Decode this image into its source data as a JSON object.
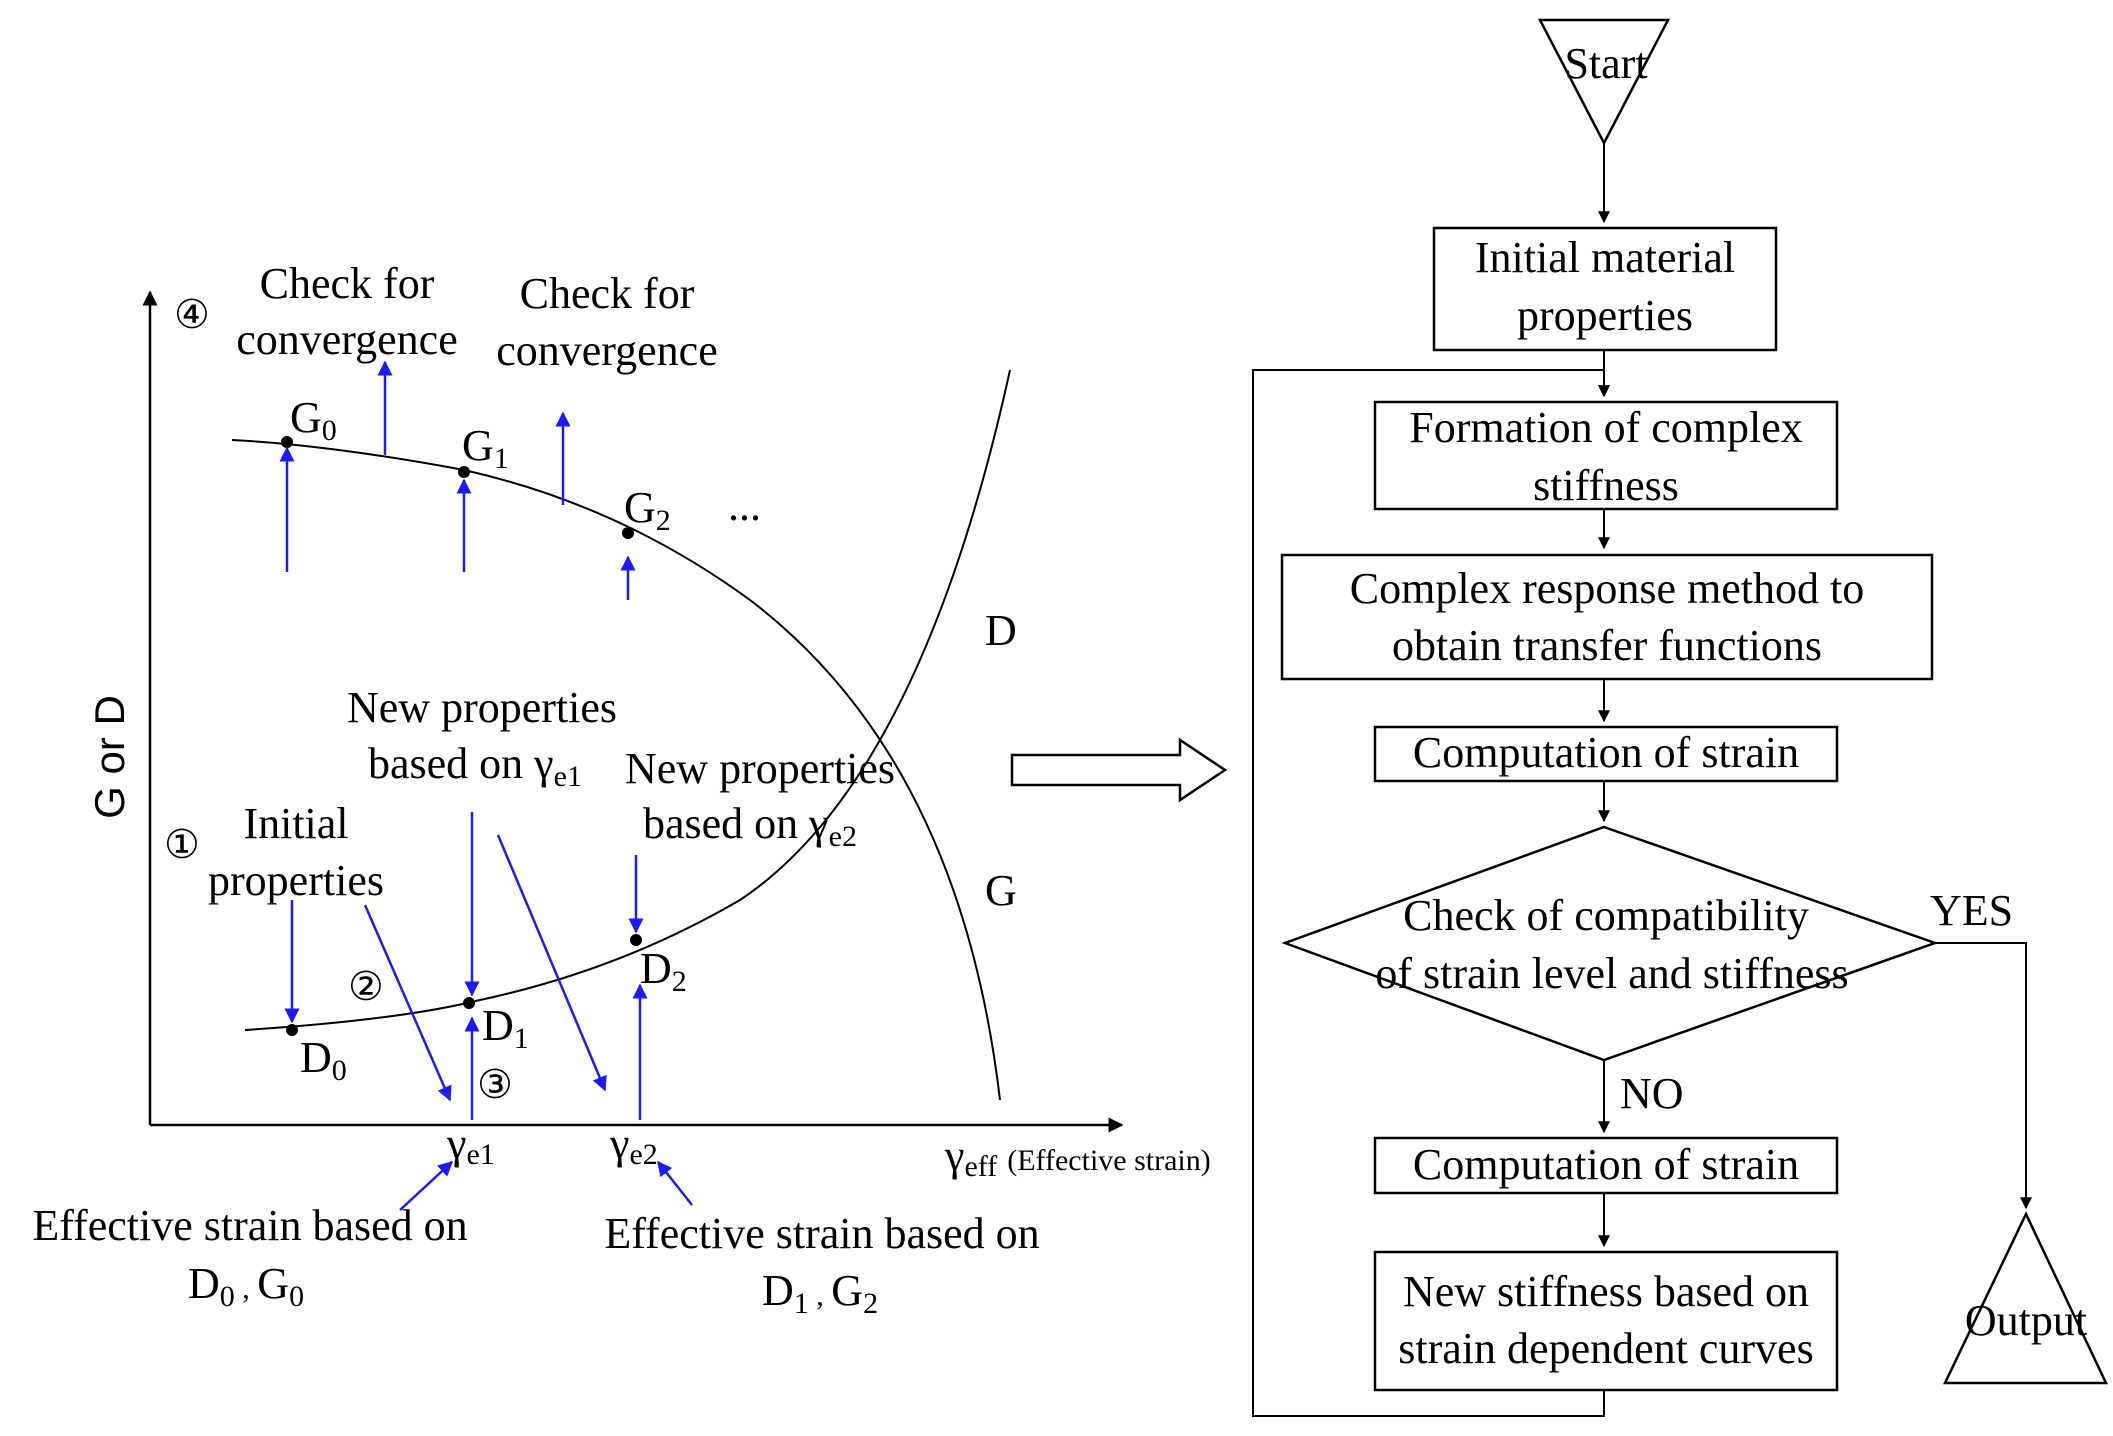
{
  "chart": {
    "y_axis_label": "G or D",
    "x_axis_symbol": "γ",
    "x_axis_sub": "eff",
    "x_axis_desc": "(Effective strain)",
    "curve_label_d": "D",
    "curve_label_g": "G",
    "points": {
      "g0": {
        "base": "G",
        "sub": "0"
      },
      "g1": {
        "base": "G",
        "sub": "1"
      },
      "g2": {
        "base": "G",
        "sub": "2"
      },
      "d0": {
        "base": "D",
        "sub": "0"
      },
      "d1": {
        "base": "D",
        "sub": "1"
      },
      "d2": {
        "base": "D",
        "sub": "2"
      }
    },
    "ellipsis": "...",
    "step_markers": {
      "one": "①",
      "two": "②",
      "three": "③",
      "four": "④"
    },
    "check1": {
      "line1": "Check for",
      "line2": "convergence"
    },
    "check2": {
      "line1": "Check for",
      "line2": "convergence"
    },
    "initial_props": {
      "line1": "Initial",
      "line2": "properties"
    },
    "new_props1": {
      "line1": "New properties",
      "line2": "based on γ",
      "sub": "e1"
    },
    "new_props2": {
      "line1": "New properties",
      "line2": "based on γ",
      "sub": "e2"
    },
    "gamma_e1": {
      "base": "γ",
      "sub": "e1"
    },
    "gamma_e2": {
      "base": "γ",
      "sub": "e2"
    },
    "eff_strain1": {
      "line1": "Effective strain based on",
      "d": "D",
      "d_sub": "0",
      "sep": " , ",
      "g": "G",
      "g_sub": "0"
    },
    "eff_strain2": {
      "line1": "Effective strain based on",
      "d": "D",
      "d_sub": "1",
      "sep": " , ",
      "g": "G",
      "g_sub": "2"
    }
  },
  "flowchart": {
    "start": "Start",
    "box1": {
      "line1": "Initial material",
      "line2": "properties"
    },
    "box2": {
      "line1": "Formation of complex",
      "line2": "stiffness"
    },
    "box3": {
      "line1": "Complex response method to",
      "line2": "obtain transfer functions"
    },
    "box4": "Computation of strain",
    "decision": {
      "line1": "Check of compatibility",
      "line2": "of strain level and stiffness"
    },
    "yes": "YES",
    "no": "NO",
    "box5": "Computation of strain",
    "box6": {
      "line1": "New stiffness based on",
      "line2": "strain dependent curves"
    },
    "output": "Output"
  },
  "colors": {
    "arrow_blue": "#1a1aff",
    "line_black": "#000000"
  }
}
